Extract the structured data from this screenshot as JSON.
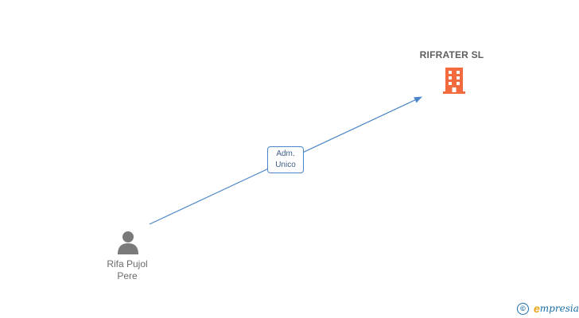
{
  "company": {
    "name": "RIFRATER SL",
    "icon": "building-icon",
    "color": "#f26a3d"
  },
  "person": {
    "name_line1": "Rifa Pujol",
    "name_line2": "Pere",
    "icon": "person-icon",
    "color": "#7a7a7a"
  },
  "relation": {
    "line1": "Adm.",
    "line2": "Unico",
    "color": "#4a86c8"
  },
  "footer": {
    "copyright_symbol": "©",
    "brand_initial": "e",
    "brand_rest": "mpresia"
  }
}
